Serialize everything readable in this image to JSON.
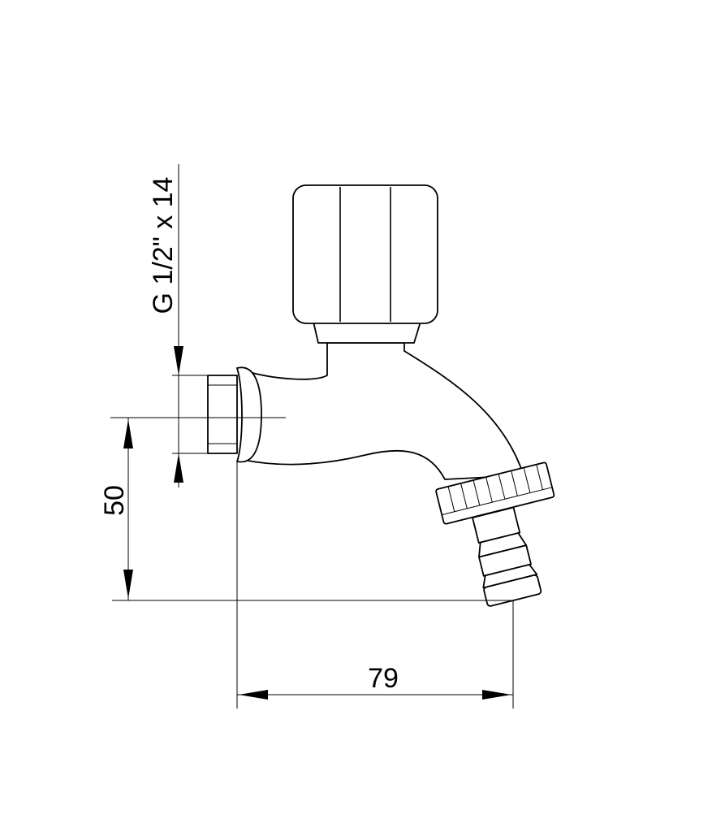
{
  "drawing": {
    "type": "technical-dimension-drawing",
    "subject_icon": "wall-faucet-with-hose-connector",
    "line_color": "#000000",
    "background": "#ffffff",
    "dimensions": {
      "thread": "G 1/2\" x 14",
      "height": "50",
      "width": "79"
    }
  }
}
